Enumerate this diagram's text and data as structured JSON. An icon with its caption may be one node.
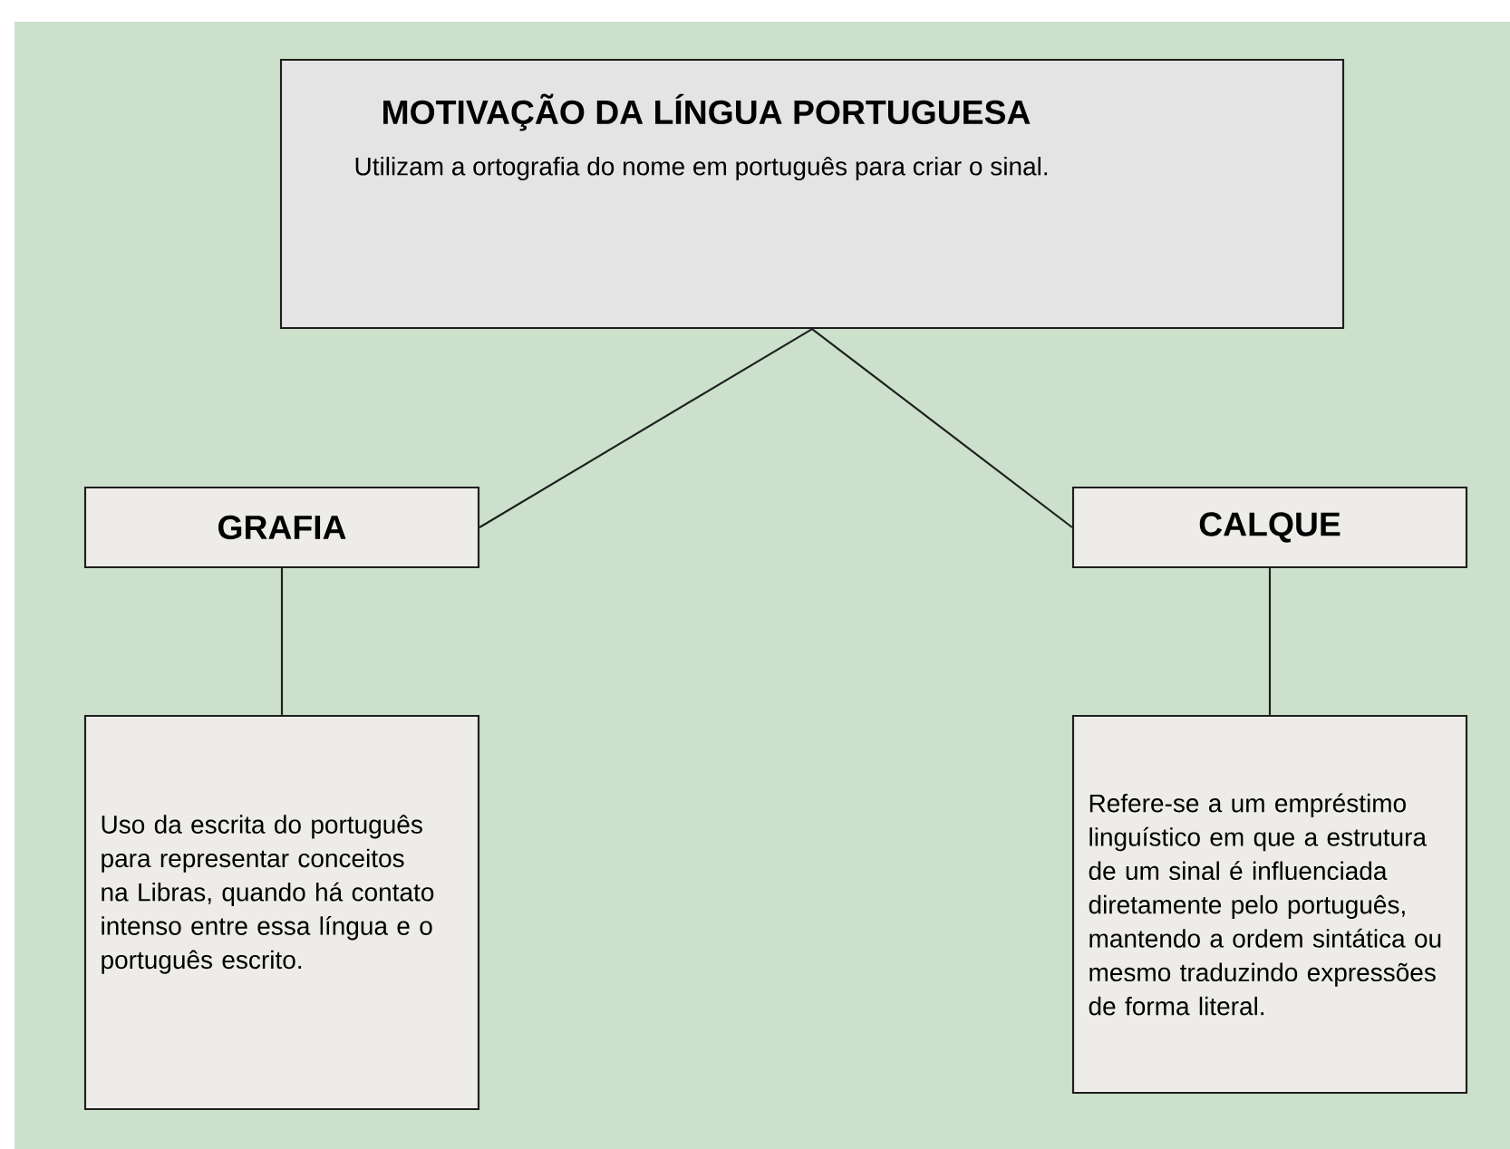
{
  "diagram": {
    "nodes": [
      {
        "text": [
          "MOTIVAÇÃO DA LÍNGUA PORTUGUESA",
          "Utilizam a ortografia do nome em português para criar o sinal."
        ]
      },
      {
        "text": [
          "GRAFIA"
        ]
      },
      {
        "text": [
          "CALQUE"
        ]
      },
      {
        "text": [
          "Uso da escrita do português para representar conceitos na Libras, quando há contato intenso entre essa língua e o português escrito."
        ]
      },
      {
        "text": [
          "Refere-se a um empréstimo linguístico em que a estrutura de um sinal é influenciada diretamente pelo português, mantendo a ordem sintática ou mesmo traduzindo expressões de forma literal."
        ]
      }
    ],
    "edges": [
      {
        "from": 0,
        "to": 1,
        "arrow": "none"
      },
      {
        "from": 0,
        "to": 2,
        "arrow": "none"
      },
      {
        "from": 1,
        "to": 3,
        "arrow": "none"
      },
      {
        "from": 2,
        "to": 4,
        "arrow": "none"
      }
    ]
  }
}
